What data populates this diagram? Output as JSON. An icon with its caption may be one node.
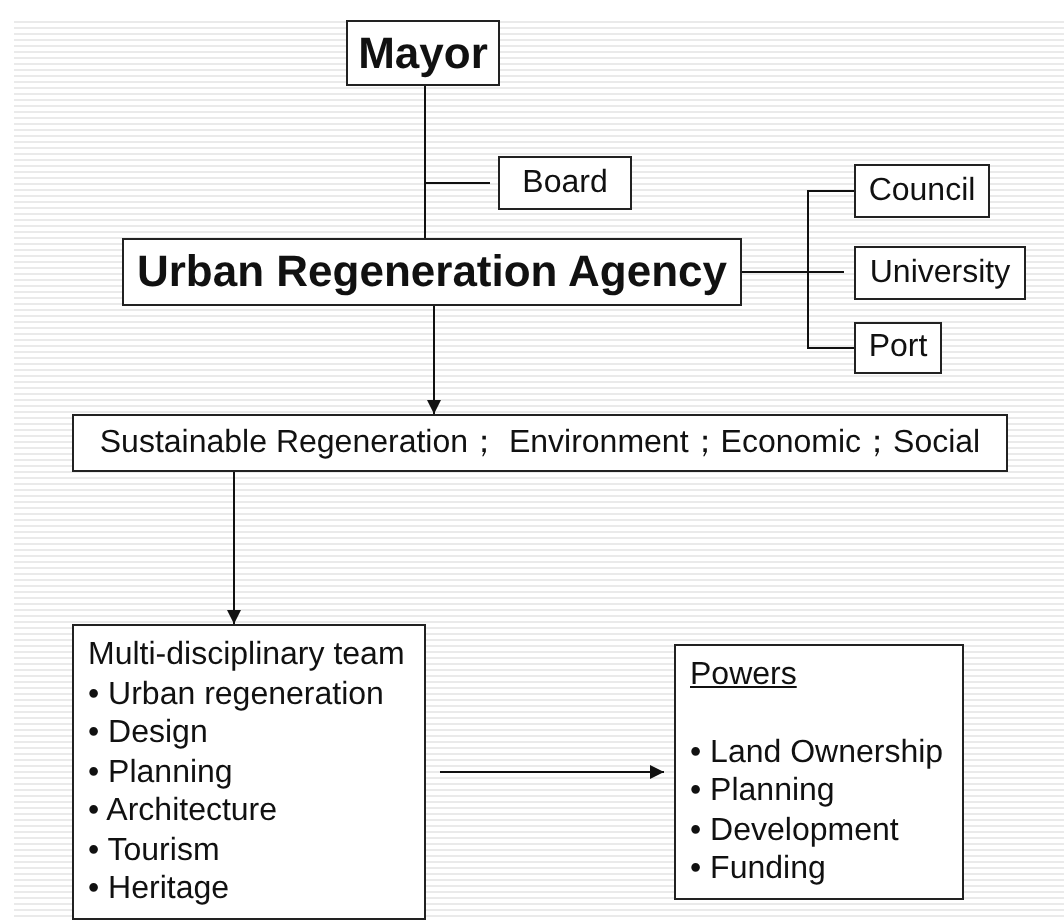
{
  "diagram": {
    "nodes": [
      {
        "text": [
          "Mayor"
        ]
      },
      {
        "text": [
          "Board"
        ]
      },
      {
        "text": [
          "Urban Regeneration Agency"
        ]
      },
      {
        "text": [
          "Council"
        ]
      },
      {
        "text": [
          "University"
        ]
      },
      {
        "text": [
          "Port"
        ]
      },
      {
        "text": [
          "Sustainable Regeneration； Environment；Economic；Social"
        ]
      },
      {
        "text": [
          "Multi-disciplinary team",
          "• Urban regeneration",
          "• Design",
          "• Planning",
          "• Architecture",
          "• Tourism",
          "• Heritage"
        ]
      },
      {
        "text": [
          "Powers",
          "• Land Ownership",
          "• Planning",
          "• Development",
          "• Funding"
        ]
      }
    ],
    "edges": [
      {
        "from": 0,
        "to": 2,
        "arrow": "none"
      },
      {
        "from": 1,
        "to": 0,
        "arrow": "none"
      },
      {
        "from": 2,
        "to": 3,
        "arrow": "none"
      },
      {
        "from": 2,
        "to": 4,
        "arrow": "none"
      },
      {
        "from": 2,
        "to": 5,
        "arrow": "none"
      },
      {
        "from": 2,
        "to": 6,
        "arrow": "to"
      },
      {
        "from": 6,
        "to": 7,
        "arrow": "to"
      },
      {
        "from": 7,
        "to": 8,
        "arrow": "to"
      }
    ]
  }
}
